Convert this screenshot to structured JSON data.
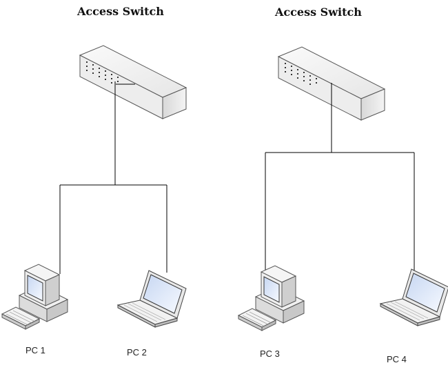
{
  "switches": [
    {
      "title": "Access Switch"
    },
    {
      "title": "Access Switch"
    }
  ],
  "devices": [
    {
      "label": "PC 1",
      "kind": "desktop"
    },
    {
      "label": "PC 2",
      "kind": "laptop"
    },
    {
      "label": "PC 3",
      "kind": "desktop"
    },
    {
      "label": "PC 4",
      "kind": "laptop"
    }
  ],
  "colors": {
    "line": "#000000",
    "device_body": "#f2f2f2",
    "device_shadow": "#cfcfcf",
    "screen": "#dbe6f7"
  }
}
